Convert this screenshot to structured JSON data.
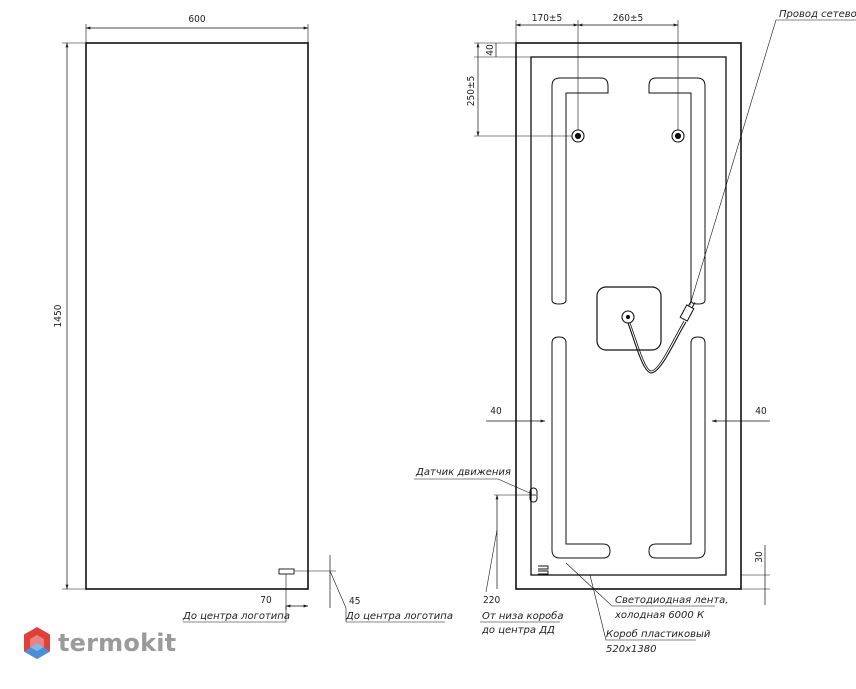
{
  "front_view": {
    "width_dim": "600",
    "height_dim": "1450",
    "logo_offset_horizontal": "70",
    "logo_offset_vertical": "45",
    "logo_center_note_left": "До центра логотипа",
    "logo_center_note_right": "До центра логотипа"
  },
  "back_view": {
    "dim_left_mount": "170±5",
    "dim_mount_spacing": "260±5",
    "dim_top_offset": "40",
    "dim_mount_depth": "250±5",
    "dim_left_margin": "40",
    "dim_right_margin": "40",
    "dim_bottom_offset": "30",
    "dim_sensor_height": "220",
    "label_power_cable": "Провод сетевой",
    "label_motion_sensor": "Датчик движения",
    "label_sensor_note_line1": "От низа короба",
    "label_sensor_note_line2": "до центра ДД",
    "label_led_line1": "Светодиодная лента,",
    "label_led_line2": "холодная 6000 К",
    "label_box": "Короб пластиковый",
    "label_box_size": "520x1380"
  },
  "brand": {
    "name": "termokit",
    "color_primary": "#e0403a",
    "color_secondary": "#4a90d9",
    "text_color": "#9a9a9a"
  }
}
